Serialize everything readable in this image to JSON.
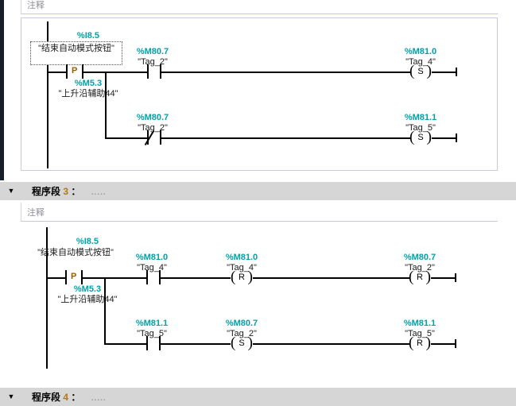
{
  "theme": {
    "teal": "#00a2a8",
    "header_bg": "#d6d6d6",
    "gutter": "#161d2b",
    "net_number_color": "#b5761a",
    "p_letter_color": "#9a5d00",
    "selection_border": "#c9c9df"
  },
  "comment_placeholder": "注释",
  "networks": [
    {
      "id": "network-1-partial",
      "selected": true,
      "comment": "注释",
      "elements": {
        "p_contact": {
          "addr": "%I8.5",
          "tag": "\"结束自动模式按钮\"",
          "letter": "P",
          "memory_addr": "%M5.3",
          "memory_tag": "\"上升沿辅助44\""
        },
        "rungs": [
          {
            "contact": {
              "addr": "%M80.7",
              "tag": "\"Tag_2\"",
              "type": "NO"
            },
            "coil": {
              "addr": "%M81.0",
              "tag": "\"Tag_4\"",
              "letter": "S"
            }
          },
          {
            "contact": {
              "addr": "%M80.7",
              "tag": "\"Tag_2\"",
              "type": "NC"
            },
            "coil": {
              "addr": "%M81.1",
              "tag": "\"Tag_5\"",
              "letter": "S"
            }
          }
        ]
      }
    },
    {
      "id": "network-3",
      "header": {
        "label": "程序段",
        "number": "3",
        "colon": "：",
        "dots": "....."
      },
      "selected": false,
      "comment": "注释",
      "elements": {
        "p_contact": {
          "addr": "%I8.5",
          "tag": "\"结束自动模式按钮\"",
          "letter": "P",
          "memory_addr": "%M5.3",
          "memory_tag": "\"上升沿辅助44\""
        },
        "rungs": [
          {
            "contact": {
              "addr": "%M81.0",
              "tag": "\"Tag_4\"",
              "type": "NO"
            },
            "mid_coil": {
              "addr": "%M81.0",
              "tag": "\"Tag_4\"",
              "letter": "R"
            },
            "coil": {
              "addr": "%M80.7",
              "tag": "\"Tag_2\"",
              "letter": "R"
            }
          },
          {
            "contact": {
              "addr": "%M81.1",
              "tag": "\"Tag_5\"",
              "type": "NO"
            },
            "mid_coil": {
              "addr": "%M80.7",
              "tag": "\"Tag_2\"",
              "letter": "S"
            },
            "coil": {
              "addr": "%M81.1",
              "tag": "\"Tag_5\"",
              "letter": "R"
            }
          }
        ]
      }
    },
    {
      "id": "network-4",
      "header": {
        "label": "程序段",
        "number": "4",
        "colon": "：",
        "dots": "....."
      }
    }
  ]
}
